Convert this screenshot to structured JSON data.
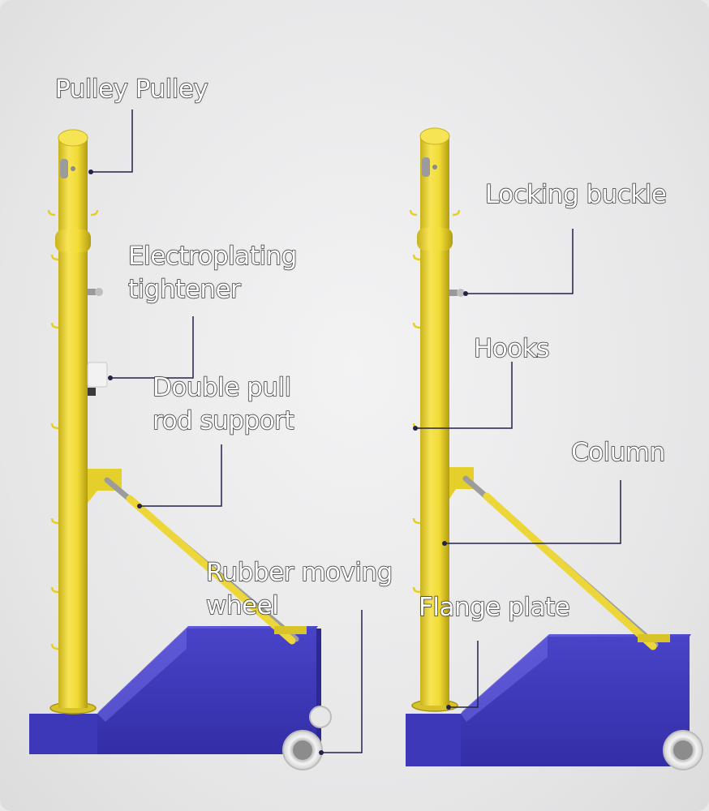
{
  "colors": {
    "pole": "#f2dc35",
    "pole_shade": "#c9b21c",
    "base_front": "#3b36b5",
    "base_top": "#5a55d6",
    "base_side": "#2c2896",
    "leader_line": "#23234a",
    "label_text": "#ffffff"
  },
  "labels": {
    "pulley": "Pulley Pulley",
    "electroplating_line1": "Electroplating",
    "electroplating_line2": "tightener",
    "double_pull_line1": "Double pull",
    "double_pull_line2": "rod support",
    "rubber_wheel_line1": "Rubber moving",
    "rubber_wheel_line2": "wheel",
    "locking_buckle": "Locking buckle",
    "hooks": "Hooks",
    "column": "Column",
    "flange_plate": "Flange plate"
  },
  "icons": [
    "pulley-icon",
    "wheel-icon",
    "hook-icon",
    "tightener-icon"
  ]
}
